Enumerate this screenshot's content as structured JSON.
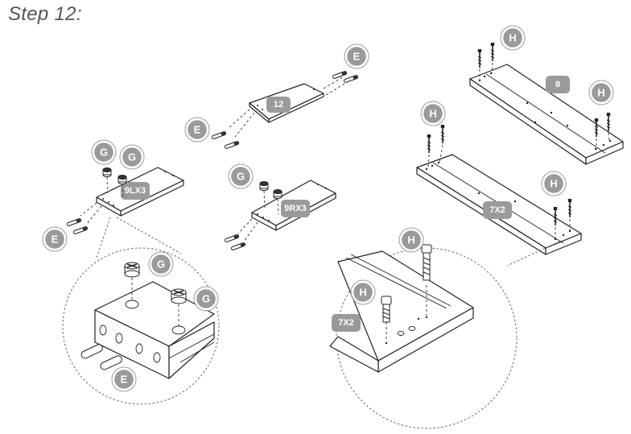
{
  "step_title": "Step 12:",
  "labels": {
    "E": "E",
    "G": "G",
    "H": "H"
  },
  "panels": {
    "panel_12": "12",
    "panel_9LX3": "9LX3",
    "panel_9RX3": "9RX3",
    "panel_8": "8",
    "panel_7X2": "7X2",
    "detail_7X2": "7X2"
  },
  "colors": {
    "badge": "#9a9a9a",
    "line": "#222222"
  }
}
